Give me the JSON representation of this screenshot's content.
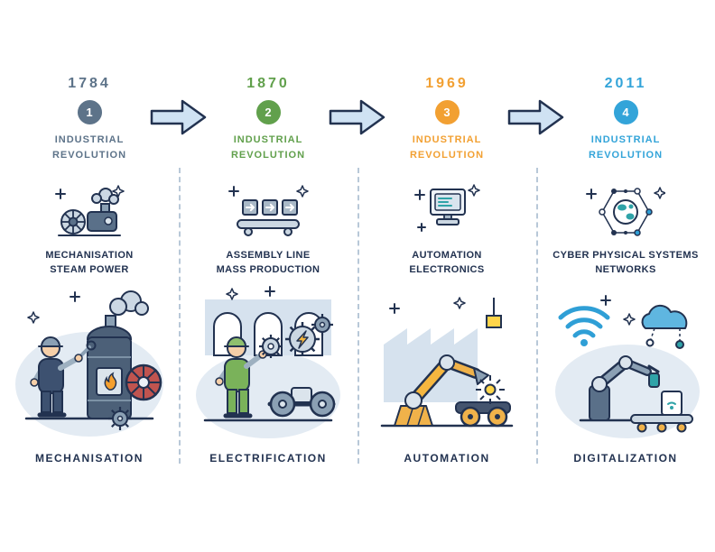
{
  "colors": {
    "outline": "#223250",
    "arrowFill": "#cfe2f3",
    "dash": "#b8c8d8",
    "accent1": "#5d7389",
    "accent2": "#61a04c",
    "accent3": "#f2a032",
    "accent4": "#33a4d9"
  },
  "icons": {
    "arrow": "arrow-right-icon",
    "column_icons": [
      "steam-engine-icon",
      "conveyor-belt-icon",
      "desktop-computer-icon",
      "network-globe-icon"
    ]
  },
  "columns": [
    {
      "year": "1784",
      "number": "1",
      "title": [
        "INDUSTRIAL",
        "REVOLUTION"
      ],
      "feature": [
        "MECHANISATION",
        "STEAM POWER"
      ],
      "caption": "MECHANISATION",
      "accent": "#5d7389",
      "icon": "steam-engine-icon",
      "illustration": "mechanisation-scene"
    },
    {
      "year": "1870",
      "number": "2",
      "title": [
        "INDUSTRIAL",
        "REVOLUTION"
      ],
      "feature": [
        "ASSEMBLY LINE",
        "MASS PRODUCTION"
      ],
      "caption": "ELECTRIFICATION",
      "accent": "#61a04c",
      "icon": "conveyor-belt-icon",
      "illustration": "electrification-scene"
    },
    {
      "year": "1969",
      "number": "3",
      "title": [
        "INDUSTRIAL",
        "REVOLUTION"
      ],
      "feature": [
        "AUTOMATION",
        "ELECTRONICS"
      ],
      "caption": "AUTOMATION",
      "accent": "#f2a032",
      "icon": "desktop-computer-icon",
      "illustration": "automation-scene"
    },
    {
      "year": "2011",
      "number": "4",
      "title": [
        "INDUSTRIAL",
        "REVOLUTION"
      ],
      "feature": [
        "CYBER PHYSICAL SYSTEMS",
        "NETWORKS"
      ],
      "caption": "DIGITALIZATION",
      "accent": "#33a4d9",
      "icon": "network-globe-icon",
      "illustration": "digitalization-scene"
    }
  ]
}
